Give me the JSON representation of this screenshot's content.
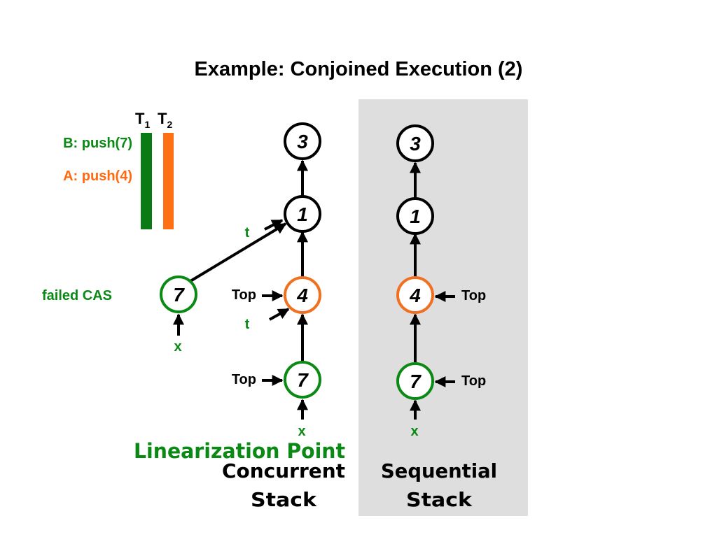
{
  "title": "Example: Conjoined Execution (2)",
  "threads": [
    {
      "label": "T",
      "sub": "1",
      "color": "#0a7a14"
    },
    {
      "label": "T",
      "sub": "2",
      "color": "#ff7015"
    }
  ],
  "ops": [
    {
      "text": "B: push(7)",
      "color": "#0a8a14"
    },
    {
      "text": "A: push(4)",
      "color": "#ff6a10"
    }
  ],
  "colors": {
    "green": "#0a8a14",
    "orange": "#f07020",
    "black": "#000000",
    "panel": "#dedede"
  },
  "concurrent": {
    "label_line1": "Concurrent",
    "label_line2": "Stack",
    "nodes": {
      "n3": "3",
      "n1": "1",
      "n4": "4",
      "n7": "7",
      "n7_failed": "7"
    },
    "top_label_1": "Top",
    "top_label_2": "Top",
    "t_label_1": "t",
    "t_label_2": "t",
    "x_label_1": "x",
    "x_label_2": "x",
    "failed_cas": "failed CAS",
    "linearization_point": "Linearization Point"
  },
  "sequential": {
    "label_line1": "Sequential",
    "label_line2": "Stack",
    "nodes": {
      "n3": "3",
      "n1": "1",
      "n4": "4",
      "n7": "7"
    },
    "top_label_1": "Top",
    "top_label_2": "Top",
    "x_label": "x"
  }
}
